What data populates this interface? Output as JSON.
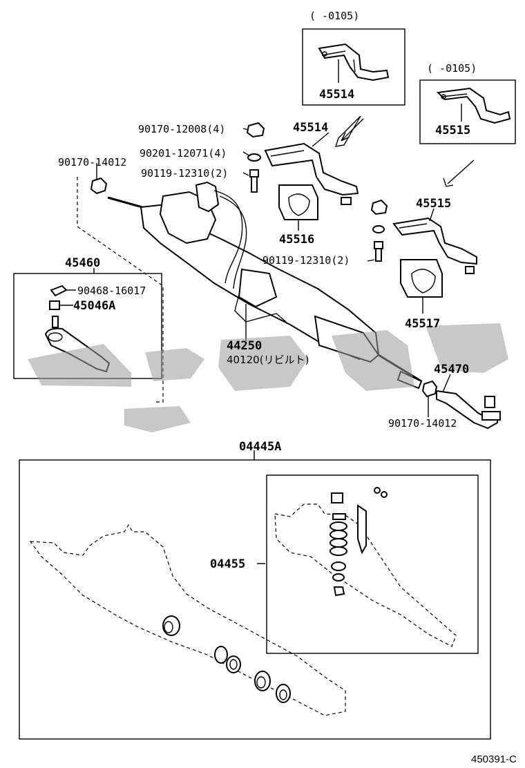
{
  "labels": {
    "range_a": "(    -0105)",
    "range_b": "(    -0105)",
    "p45514_box": "45514",
    "p45515_box": "45515",
    "p45514": "45514",
    "p45515": "45515",
    "p90170_12008": "90170-12008(4)",
    "p90201_12071": "90201-12071(4)",
    "p90119_12310_a": "90119-12310(2)",
    "p90170_14012_a": "90170-14012",
    "p45516": "45516",
    "p90119_12310_b": "90119-12310(2)",
    "p45460": "45460",
    "p90468_16017": "90468-16017",
    "p45046A": "45046A",
    "p45517": "45517",
    "p44250": "44250",
    "p40120": "40120(リビルト)",
    "p45470": "45470",
    "p90170_14012_b": "90170-14012",
    "p04445A": "04445A",
    "p04455": "04455",
    "diagram_code": "450391-C"
  },
  "colors": {
    "line": "#000000",
    "background": "#ffffff",
    "watermark": "#9b9b9b"
  }
}
